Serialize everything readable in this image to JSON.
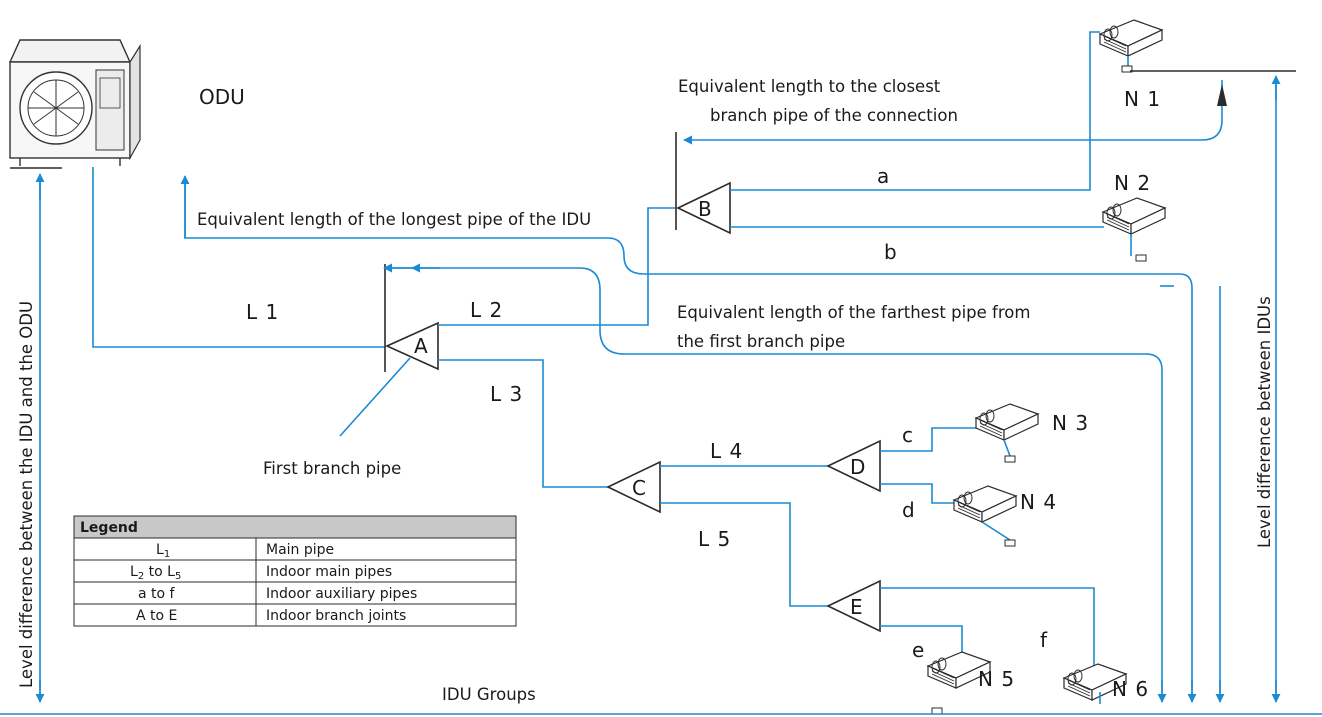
{
  "odu_label": "ODU",
  "pipe_labels": {
    "l1": "L 1",
    "l2": "L 2",
    "l3": "L 3",
    "l4": "L 4",
    "l5": "L 5"
  },
  "branch_labels": {
    "a": "a",
    "b": "b",
    "c": "c",
    "d": "d",
    "e": "e",
    "f": "f"
  },
  "joint_labels": {
    "A": "A",
    "B": "B",
    "C": "C",
    "D": "D",
    "E": "E"
  },
  "idu_labels": {
    "n1": "N 1",
    "n2": "N 2",
    "n3": "N 3",
    "n4": "N 4",
    "n5": "N 5",
    "n6": "N 6"
  },
  "annotations": {
    "closest_line1": "Equivalent length to the closest",
    "closest_line2": "branch pipe of the connection",
    "longest": "Equivalent length of the longest pipe of the IDU",
    "farthest_line1": "Equivalent length of the farthest pipe from",
    "farthest_line2": "the first branch pipe",
    "first_branch": "First branch pipe",
    "level_idu_odu": "Level difference between the IDU and the ODU",
    "level_idus": "Level difference between IDUs",
    "idu_groups": "IDU Groups"
  },
  "legend": {
    "title": "Legend",
    "rows": [
      {
        "symbol": "L",
        "sub": "1",
        "symbol_suffix": "",
        "meaning": "Main pipe"
      },
      {
        "symbol": "L",
        "sub": "2",
        "symbol_suffix": " to L5",
        "meaning": "Indoor main pipes"
      },
      {
        "symbol": "a to f",
        "sub": "",
        "symbol_suffix": "",
        "meaning": "Indoor auxiliary pipes"
      },
      {
        "symbol": "A to E",
        "sub": "",
        "symbol_suffix": "",
        "meaning": "Indoor branch joints"
      }
    ]
  },
  "colors": {
    "pipe": "#1a8ad4",
    "line": "#2b2b2b",
    "legend_header": "#c8c8c8"
  }
}
